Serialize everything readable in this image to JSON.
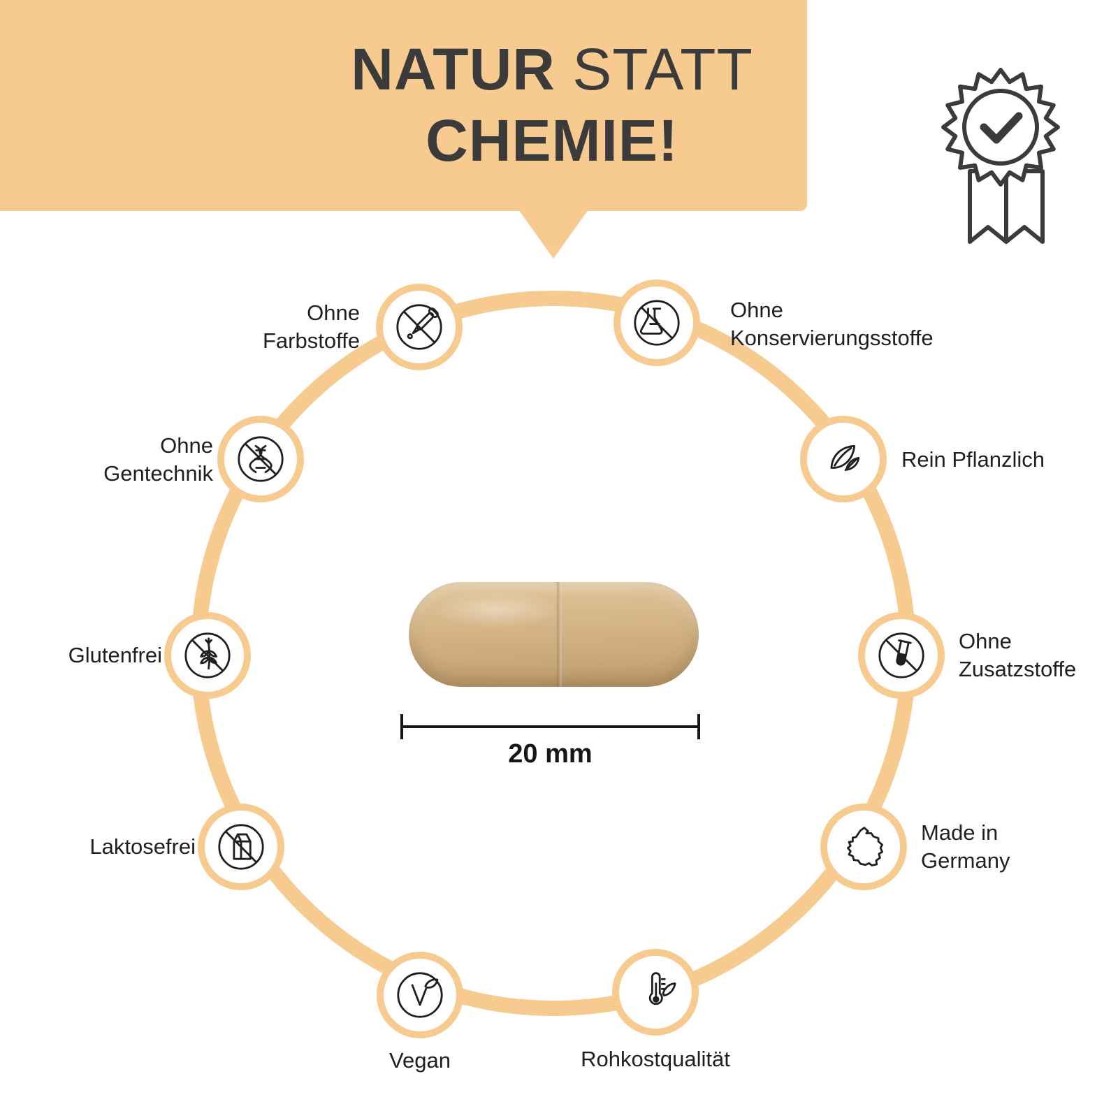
{
  "banner": {
    "title_line1_bold": "NATUR",
    "title_line1_regular": " STATT",
    "title_line2_bold": "CHEMIE!"
  },
  "center": {
    "measurement_label": "20 mm"
  },
  "badges": [
    {
      "id": "ohne-farbstoffe",
      "label": "Ohne\nFarbstoffe",
      "icon": "no-dye-dropper-icon"
    },
    {
      "id": "ohne-konservierungsstoffe",
      "label": "Ohne\nKonservierungsstoffe",
      "icon": "no-preservatives-flask-icon"
    },
    {
      "id": "rein-pflanzlich",
      "label": "Rein Pflanzlich",
      "icon": "plant-leaves-icon"
    },
    {
      "id": "ohne-zusatzstoffe",
      "label": "Ohne\nZusatzstoffe",
      "icon": "no-additives-testtube-icon"
    },
    {
      "id": "made-in-germany",
      "label": "Made in\nGermany",
      "icon": "germany-map-icon"
    },
    {
      "id": "rohkostqualitaet",
      "label": "Rohkostqualität",
      "icon": "raw-quality-thermometer-leaf-icon"
    },
    {
      "id": "vegan",
      "label": "Vegan",
      "icon": "vegan-v-leaf-icon"
    },
    {
      "id": "laktosefrei",
      "label": "Laktosefrei",
      "icon": "no-lactose-milk-carton-icon"
    },
    {
      "id": "glutenfrei",
      "label": "Glutenfrei",
      "icon": "no-gluten-wheat-icon"
    },
    {
      "id": "ohne-gentechnik",
      "label": "Ohne\nGentechnik",
      "icon": "no-gmo-dna-icon"
    }
  ],
  "colors": {
    "accent": "#F7CA8F",
    "ink": "#2E2E2E"
  }
}
